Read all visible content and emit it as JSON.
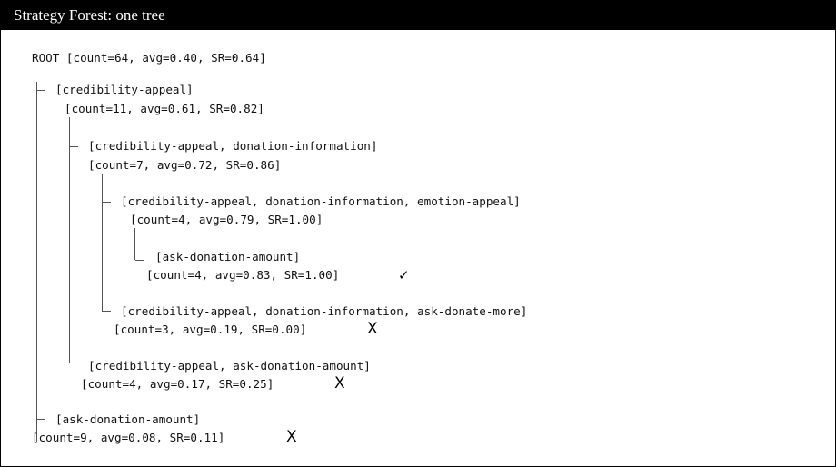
{
  "header": {
    "title": "Strategy Forest: one tree"
  },
  "tree": {
    "root": "ROOT [count=64, avg=0.40, SR=0.64]",
    "nodes": [
      {
        "path": "[credibility-appeal]",
        "stats": "[count=11, avg=0.61, SR=0.82]"
      },
      {
        "path": "[credibility-appeal, donation-information]",
        "stats": "[count=7, avg=0.72, SR=0.86]"
      },
      {
        "path": "[credibility-appeal, donation-information, emotion-appeal]",
        "stats": "[count=4, avg=0.79, SR=1.00]"
      },
      {
        "path": "[ask-donation-amount]",
        "stats": "[count=4, avg=0.83, SR=1.00]",
        "mark": "✓"
      },
      {
        "path": "[credibility-appeal, donation-information, ask-donate-more]",
        "stats": "[count=3, avg=0.19, SR=0.00]",
        "mark": "X"
      },
      {
        "path": "[credibility-appeal, ask-donation-amount]",
        "stats": "[count=4, avg=0.17, SR=0.25]",
        "mark": "X"
      },
      {
        "path": "[ask-donation-amount]",
        "stats": "[count=9, avg=0.08, SR=0.11]",
        "mark": "X"
      }
    ]
  }
}
